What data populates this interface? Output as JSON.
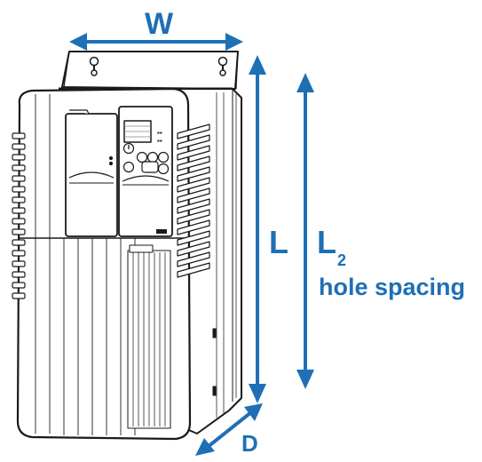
{
  "labels": {
    "width": "W",
    "length": "L",
    "hole_length_main": "L",
    "hole_length_sub": "2",
    "hole_spacing": "hole spacing",
    "depth": "D"
  },
  "colors": {
    "dimension": "#1f6fb5",
    "outline": "#1a1a1a",
    "face": "#ffffff",
    "shade": "#dcdcdc"
  }
}
